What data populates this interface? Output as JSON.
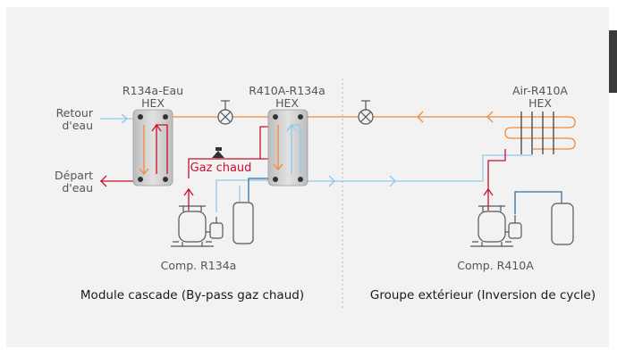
{
  "labels": {
    "hex1_l1": "R134a-Eau",
    "hex1_l2": "HEX",
    "hex2_l1": "R410A-R134a",
    "hex2_l2": "HEX",
    "hex3_l1": "Air-R410A",
    "hex3_l2": "HEX",
    "return_l1": "Retour",
    "return_l2": "d'eau",
    "supply_l1": "Départ",
    "supply_l2": "d'eau",
    "hotgas": "Gaz chaud",
    "comp1": "Comp. R134a",
    "comp2": "Comp. R410A"
  },
  "captions": {
    "left": "Module cascade (By-pass gaz chaud)",
    "right": "Groupe extérieur (Inversion de cycle)"
  },
  "colors": {
    "orange": "#f08a3c",
    "red": "#c8102e",
    "light_blue": "#8ec9ea",
    "dark_blue": "#2f6fa8",
    "equipment": "#555555",
    "hex_fill": "#c9c9c9",
    "panel": "#f2f2f2"
  }
}
